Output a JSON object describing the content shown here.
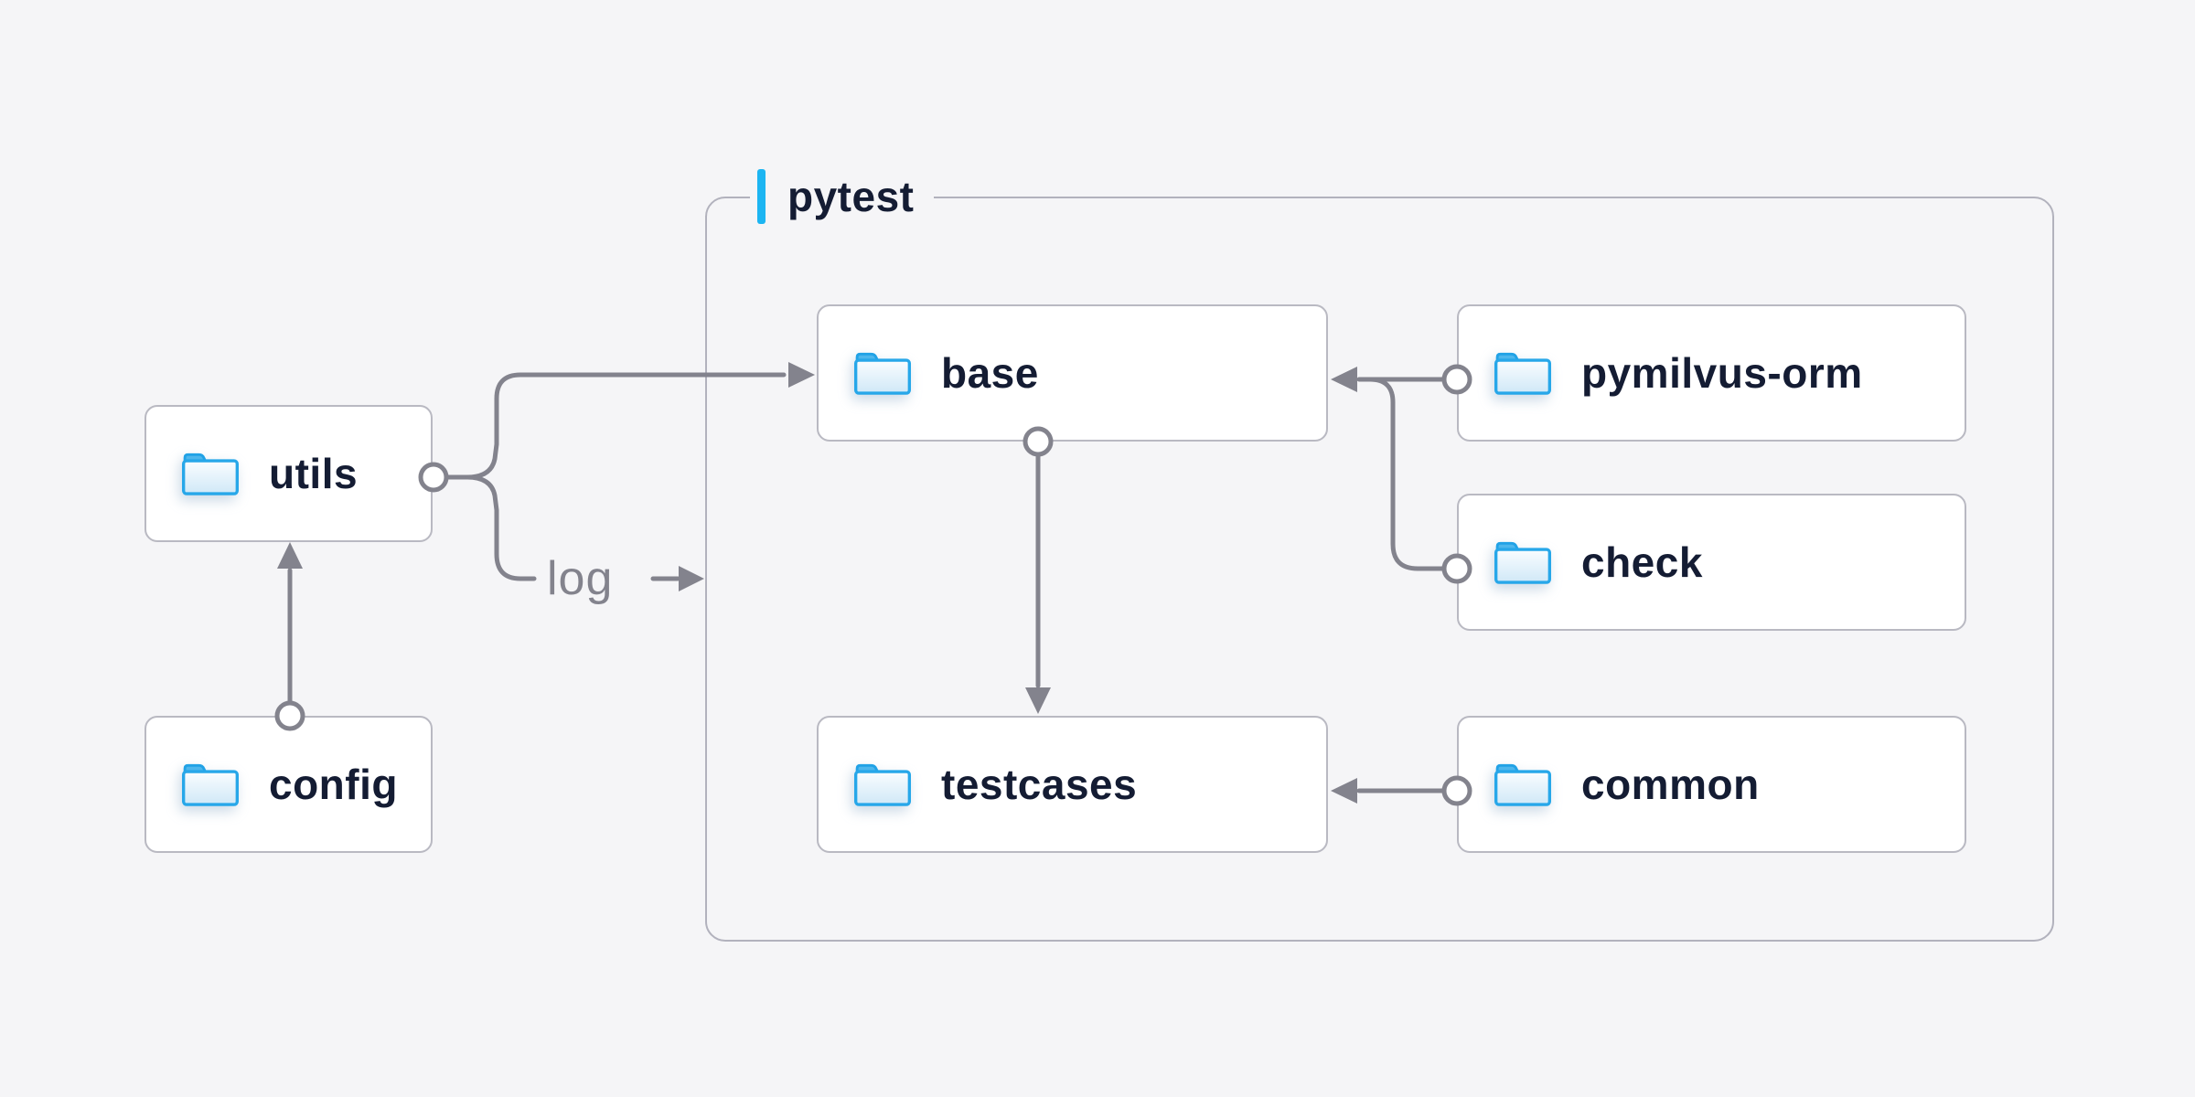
{
  "page": {
    "background_color": "#f5f5f7"
  },
  "group": {
    "label": "pytest",
    "accent_color": "#1cb5f2",
    "border_color": "#b2b2bd"
  },
  "nodes": [
    {
      "id": "utils",
      "label": "utils",
      "icon": "folder-icon",
      "inside_group": false
    },
    {
      "id": "config",
      "label": "config",
      "icon": "folder-icon",
      "inside_group": false
    },
    {
      "id": "base",
      "label": "base",
      "icon": "folder-icon",
      "inside_group": true
    },
    {
      "id": "pymilvus-orm",
      "label": "pymilvus-orm",
      "icon": "folder-icon",
      "inside_group": true
    },
    {
      "id": "check",
      "label": "check",
      "icon": "folder-icon",
      "inside_group": true
    },
    {
      "id": "testcases",
      "label": "testcases",
      "icon": "folder-icon",
      "inside_group": true
    },
    {
      "id": "common",
      "label": "common",
      "icon": "folder-icon",
      "inside_group": true
    }
  ],
  "edges": [
    {
      "from": "config",
      "to": "utils"
    },
    {
      "from": "utils",
      "to": "base"
    },
    {
      "from": "utils",
      "to": "log"
    },
    {
      "from": "pymilvus-orm",
      "to": "base"
    },
    {
      "from": "check",
      "to": "base"
    },
    {
      "from": "base",
      "to": "testcases"
    },
    {
      "from": "common",
      "to": "testcases"
    }
  ],
  "annotations": {
    "log_label": "log"
  },
  "colors": {
    "line": "#83838d",
    "text": "#141c33",
    "node_border": "#b9b9c2",
    "node_fill": "#ffffff",
    "folder_blue": "#29a8e9"
  }
}
